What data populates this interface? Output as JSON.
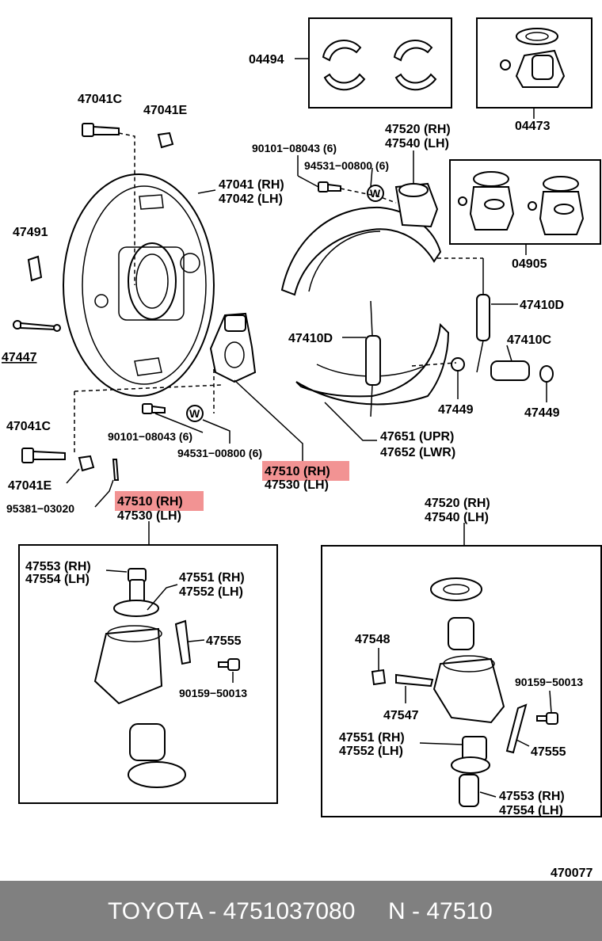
{
  "diagram": {
    "labels": {
      "p04494": "04494",
      "p04473": "04473",
      "p47041C_top": "47041C",
      "p47041E_top": "47041E",
      "p47041_rh": "47041 (RH)",
      "p47042_lh": "47042 (LH)",
      "p47491": "47491",
      "p47447": "47447",
      "p90101_top": "90101−08043 (6)",
      "p94531_top": "94531−00800 (6)",
      "p47520_top": "47520 (RH)",
      "p47540_top": "47540 (LH)",
      "p04905": "04905",
      "p47410D_r": "47410D",
      "p47410D_l": "47410D",
      "p47410C": "47410C",
      "p47449_a": "47449",
      "p47449_b": "47449",
      "p47651": "47651 (UPR)",
      "p47652": "47652 (LWR)",
      "p47041C_bot": "47041C",
      "p90101_bot": "90101−08043 (6)",
      "p94531_bot": "94531−00800 (6)",
      "p47041E_bot": "47041E",
      "p95381": "95381−03020",
      "p47510_a": "47510 (RH)",
      "p47530_a": "47530 (LH)",
      "p47510_b": "47510 (RH)",
      "p47530_b": "47530 (LH)",
      "p47520_mid": "47520 (RH)",
      "p47540_mid": "47540 (LH)",
      "p47553_l": "47553 (RH)",
      "p47554_l": "47554 (LH)",
      "p47551_l": "47551 (RH)",
      "p47552_l": "47552 (LH)",
      "p47555_l": "47555",
      "p90159_l": "90159−50013",
      "p47548": "47548",
      "p47547": "47547",
      "p90159_r": "90159−50013",
      "p47551_r": "47551 (RH)",
      "p47552_r": "47552 (LH)",
      "p47555_r": "47555",
      "p47553_r": "47553 (RH)",
      "p47554_r": "47554 (LH)",
      "p470077": "470077"
    },
    "highlight_color": "#f08080"
  },
  "footer": {
    "brand_part": "TOYOTA - 4751037080",
    "ref": "N - 47510",
    "background": "#808080"
  }
}
